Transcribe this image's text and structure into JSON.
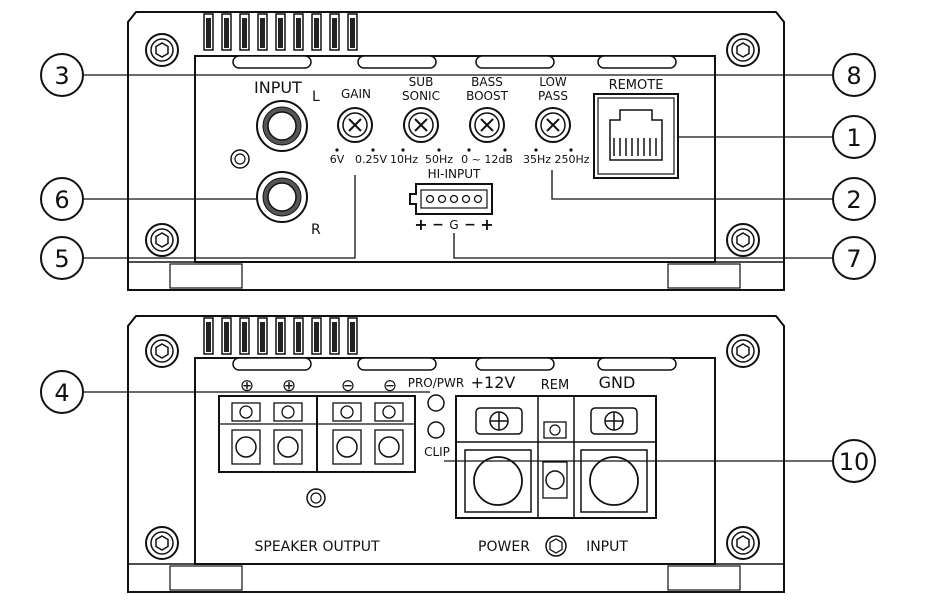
{
  "top_panel": {
    "input_label": "INPUT",
    "input_left": "L",
    "input_right": "R",
    "gain": {
      "label": "GAIN",
      "min": "6V",
      "max": "0.25V"
    },
    "subsonic": {
      "label_line1": "SUB",
      "label_line2": "SONIC",
      "min": "10Hz",
      "max": "50Hz"
    },
    "bass_boost": {
      "label_line1": "BASS",
      "label_line2": "BOOST",
      "range": "0 ~ 12dB"
    },
    "low_pass": {
      "label_line1": "LOW",
      "label_line2": "PASS",
      "min": "35Hz",
      "max": "250Hz"
    },
    "remote_label": "REMOTE",
    "hi_input": {
      "label": "HI-INPUT",
      "pins": "+ − G − +",
      "plus": "+",
      "minus": "−",
      "ground": "G"
    }
  },
  "bottom_panel": {
    "speaker_terminal_signs": [
      "⊕",
      "⊕",
      "⊖",
      "⊖"
    ],
    "pro_pwr_label": "PRO/PWR",
    "clip_label": "CLIP",
    "plus12v_label": "+12V",
    "rem_label": "REM",
    "gnd_label": "GND",
    "speaker_output_label": "SPEAKER OUTPUT",
    "power_label": "POWER",
    "input_label": "INPUT"
  },
  "callouts": [
    "1",
    "2",
    "3",
    "4",
    "5",
    "6",
    "7",
    "8",
    "10"
  ]
}
